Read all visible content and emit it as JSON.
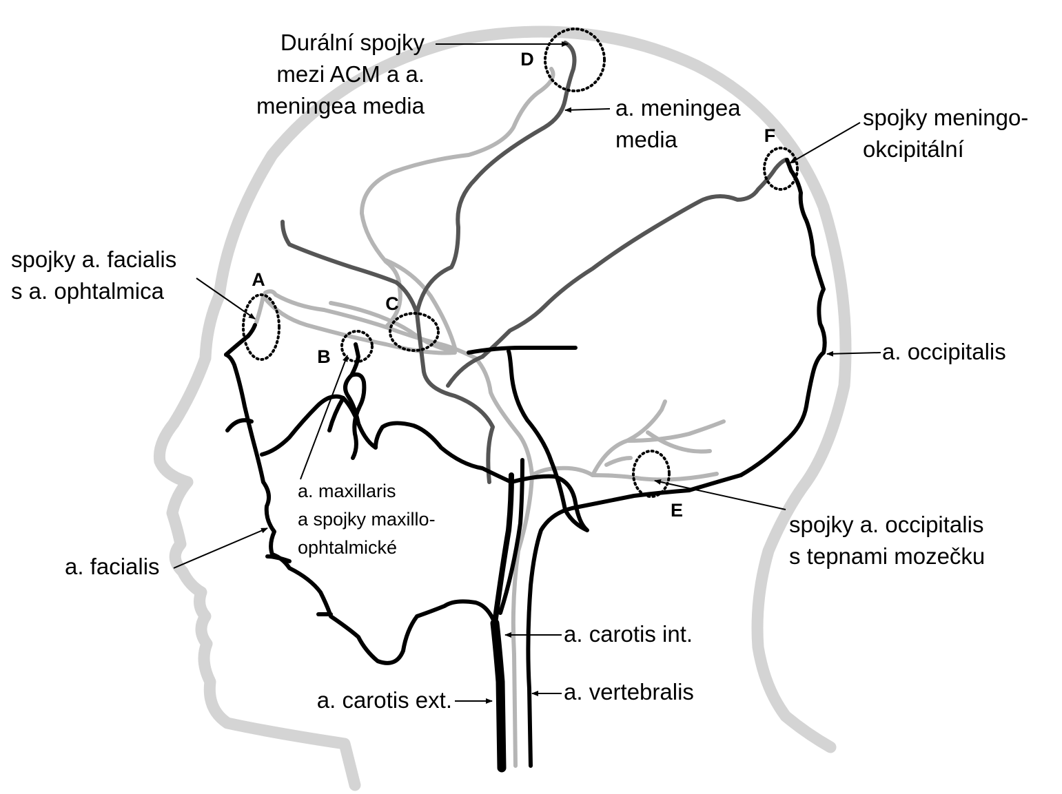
{
  "colors": {
    "outline": "#d4d4d4",
    "light_vessel": "#b5b5b5",
    "dark_vessel": "#555555",
    "black_vessel": "#000000",
    "text": "#000000"
  },
  "letters": {
    "a": "A",
    "b": "B",
    "c": "C",
    "d": "D",
    "e": "E",
    "f": "F"
  },
  "labels": {
    "dural_line1": "Durální spojky",
    "dural_line2": "mezi ACM a a.",
    "dural_line3": "meningea media",
    "meningea_line1": "a. meningea",
    "meningea_line2": "media",
    "menoc_line1": "spojky meningo-",
    "menoc_line2": "okcipitální",
    "facoph_line1": "spojky a. facialis",
    "facoph_line2": "s a. ophtalmica",
    "occipitalis": "a. occipitalis",
    "maxillaris_line1": "a. maxillaris",
    "maxillaris_line2": "a spojky maxillo-",
    "maxillaris_line3": "ophtalmické",
    "facialis": "a. facialis",
    "occ_cereb_line1": "spojky a. occipitalis",
    "occ_cereb_line2": "s tepnami mozečku",
    "carotis_int": "a. carotis int.",
    "carotis_ext": "a. carotis ext.",
    "vertebralis": "a. vertebralis"
  }
}
